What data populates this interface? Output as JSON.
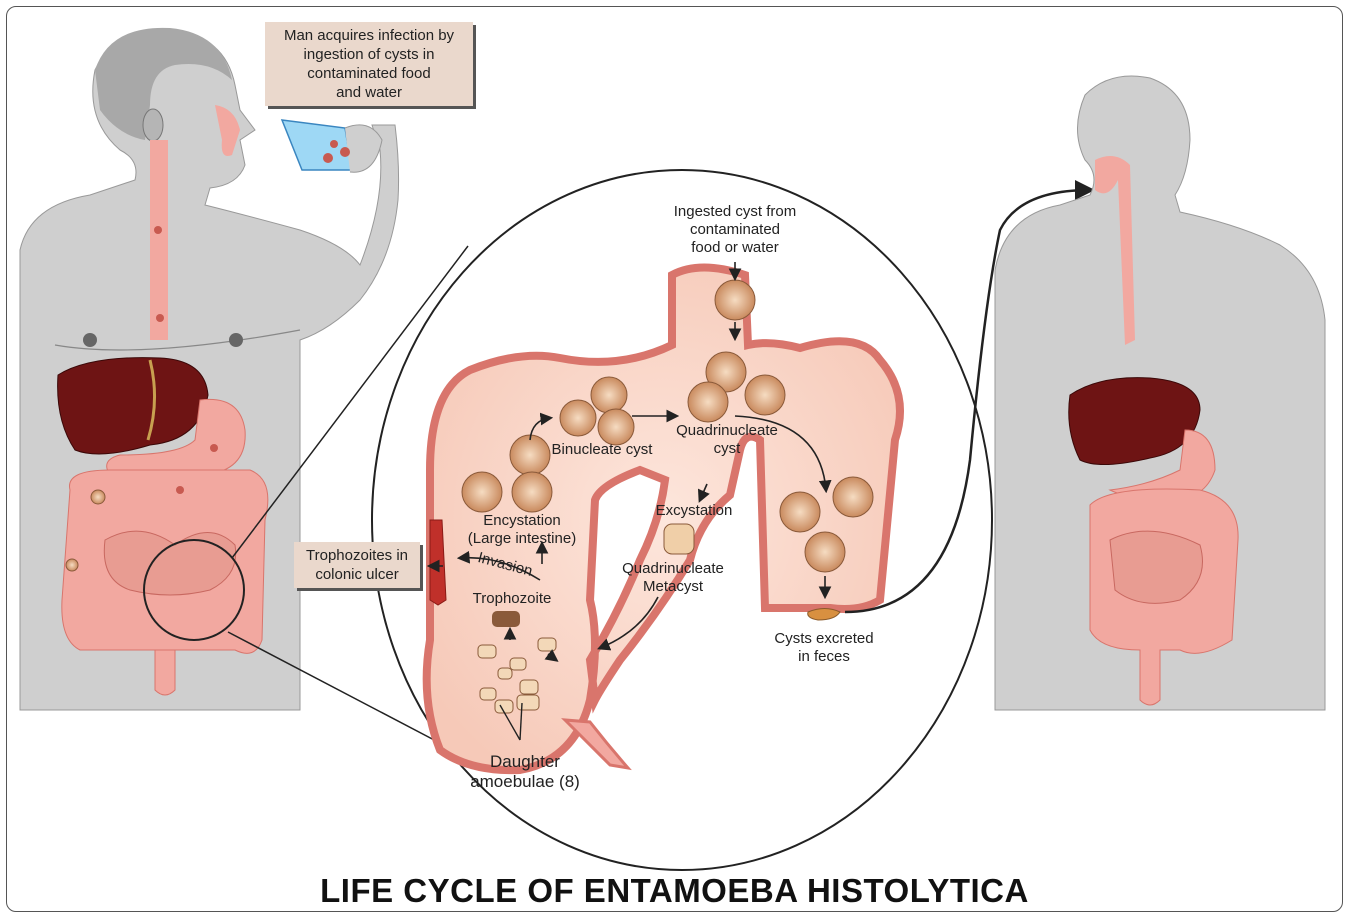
{
  "title": "LIFE CYCLE OF ENTAMOEBA HISTOLYTICA",
  "boxes": {
    "infection": [
      "Man acquires infection by",
      "ingestion of cysts in",
      "contaminated food",
      "and water"
    ],
    "ulcer": [
      "Trophozoites in",
      "colonic ulcer"
    ]
  },
  "labels": {
    "ingested": [
      "Ingested cyst from",
      "contaminated",
      "food or water"
    ],
    "binucleate": "Binucleate cyst",
    "quadrinucleate": [
      "Quadrinucleate",
      "cyst"
    ],
    "excystation": "Excystation",
    "encystation": [
      "Encystation",
      "(Large intestine)"
    ],
    "invasion": "Invasion",
    "trophozoite": "Trophozoite",
    "metacyst": [
      "Quadrinucleate",
      "Metacyst"
    ],
    "excreted": [
      "Cysts excreted",
      "in feces"
    ],
    "daughter": [
      "Daughter",
      "amoebulae (8)"
    ]
  },
  "colors": {
    "body": "#cfcfcf",
    "gut": "#f2a8a0",
    "gut_dark": "#d9756c",
    "liver": "#6e1414",
    "cyst": "#d9a37a",
    "box_fill": "#ead8cc"
  }
}
